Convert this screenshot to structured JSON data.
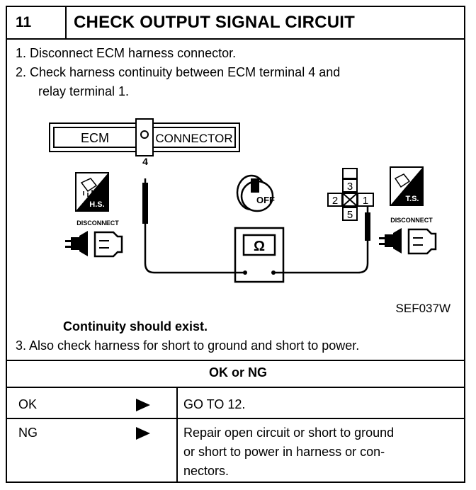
{
  "header": {
    "step": "11",
    "title": "CHECK OUTPUT SIGNAL CIRCUIT"
  },
  "instructions": {
    "line1": "1.  Disconnect ECM harness connector.",
    "line2a": "2.  Check harness continuity between ECM terminal 4 and",
    "line2b": "relay terminal 1.",
    "continuity": "Continuity should exist.",
    "line3": "3.  Also check harness for short to ground and short to power."
  },
  "diagram": {
    "ecm_label": "ECM",
    "connector_label": "CONNECTOR",
    "ecm_terminal": "4",
    "hs_label": "H.S.",
    "ts_label": "T.S.",
    "disconnect_left": "DISCONNECT",
    "disconnect_right": "DISCONNECT",
    "key_label": "OFF",
    "ohm_symbol": "Ω",
    "relay_terminals": [
      "3",
      "2",
      "1",
      "5"
    ],
    "figure_code": "SEF037W"
  },
  "result_header": "OK or NG",
  "results": [
    {
      "label": "OK",
      "action": "GO TO 12."
    },
    {
      "label": "NG",
      "action_lines": [
        "Repair open circuit or short to ground",
        "or short to power in harness or con-",
        "nectors."
      ]
    }
  ]
}
